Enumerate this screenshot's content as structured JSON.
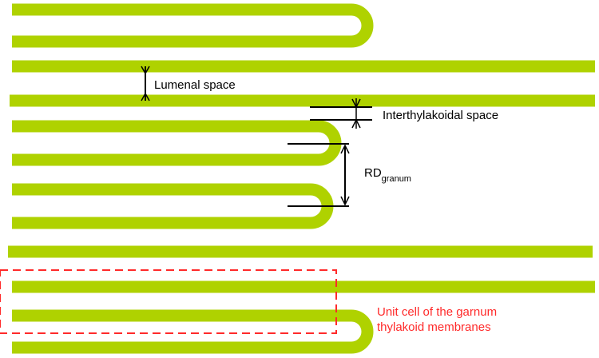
{
  "labels": {
    "lumenal_space": "Lumenal space",
    "interthylakoidal_space": "Interthylakoidal space",
    "rd_main": "RD",
    "rd_sub": "granum",
    "unit_cell_line1": "Unit cell of the garnum",
    "unit_cell_line2": "thylakoid membranes"
  },
  "colors": {
    "membrane": "#afd200",
    "annotation": "#000000",
    "unit_cell": "#ff2a2a"
  }
}
